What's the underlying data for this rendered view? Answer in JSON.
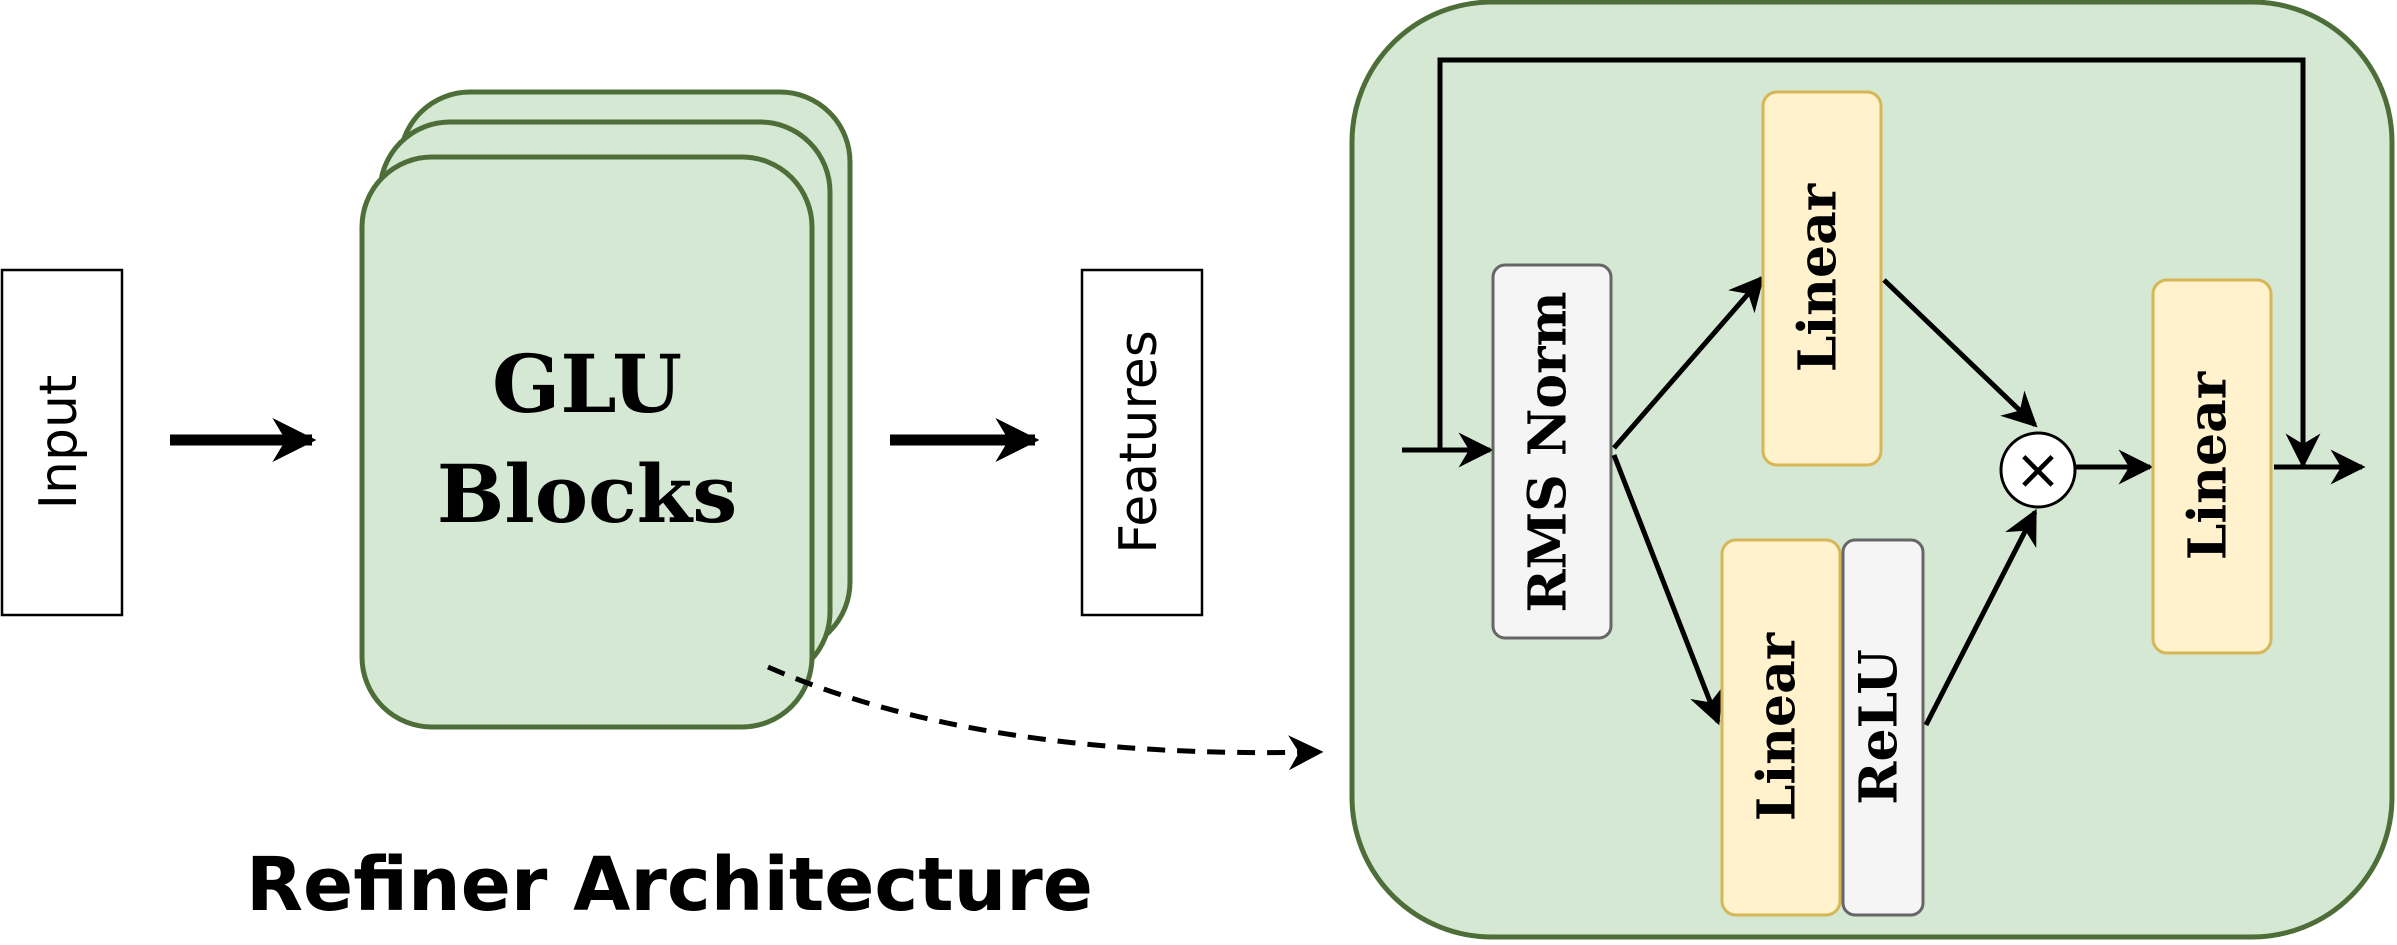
{
  "labels": {
    "input": "Input",
    "glu_line1": "GLU",
    "glu_line2": "Blocks",
    "features": "Features",
    "rms_norm": "RMS Norm",
    "linear_top": "Linear",
    "linear_bottom": "Linear",
    "relu": "ReLU",
    "linear_right": "Linear",
    "multiply_symbol": "×",
    "title": "Refiner Architecture"
  },
  "colors": {
    "green_fill": "#d5e8d4",
    "green_stroke": "#4d6e38",
    "yellow_fill": "#fff2cc",
    "yellow_stroke": "#d6b656",
    "gray_fill": "#f5f5f5",
    "gray_stroke": "#666666",
    "arrow": "#000000"
  }
}
